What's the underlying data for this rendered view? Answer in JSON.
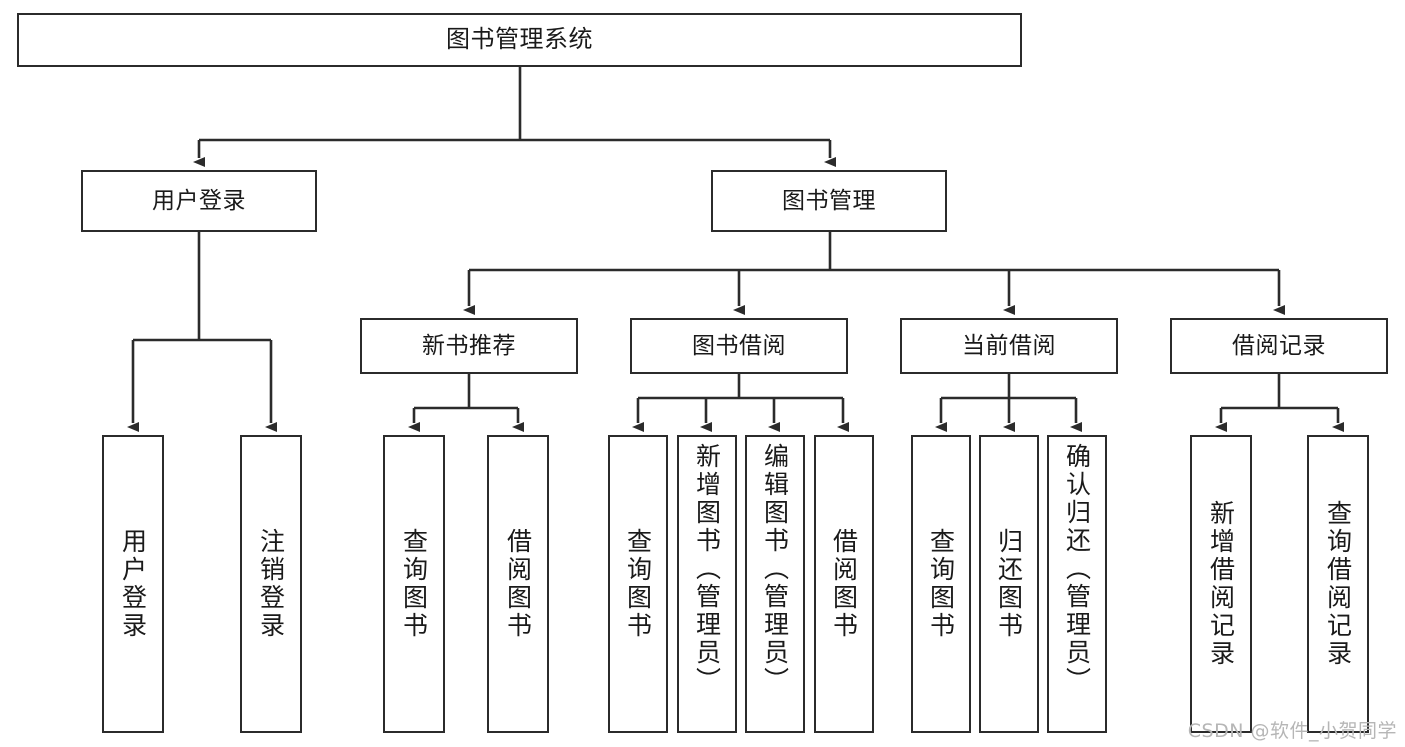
{
  "diagram": {
    "title": "图书管理系统",
    "type": "tree",
    "watermark": "CSDN @软件_小贺同学",
    "line_color": "#2b2b2b",
    "box_fill": "#ffffff",
    "text_color": "#1a1a1a",
    "watermark_color": "#b6b6b6"
  },
  "nodes": {
    "root": {
      "label": "图书管理系统"
    },
    "level2": [
      {
        "label": "用户登录"
      },
      {
        "label": "图书管理"
      }
    ],
    "level3": [
      {
        "label": "新书推荐"
      },
      {
        "label": "图书借阅"
      },
      {
        "label": "当前借阅"
      },
      {
        "label": "借阅记录"
      }
    ],
    "leaves": {
      "user_login": [
        {
          "label": "用户登录"
        },
        {
          "label": "注销登录"
        }
      ],
      "new_book_recommend": [
        {
          "label": "查询图书"
        },
        {
          "label": "借阅图书"
        }
      ],
      "book_borrow": [
        {
          "label": "查询图书"
        },
        {
          "label": "新增图书（管理员）"
        },
        {
          "label": "编辑图书（管理员）"
        },
        {
          "label": "借阅图书"
        }
      ],
      "current_borrow": [
        {
          "label": "查询图书"
        },
        {
          "label": "归还图书"
        },
        {
          "label": "确认归还（管理员）"
        }
      ],
      "borrow_record": [
        {
          "label": "新增借阅记录"
        },
        {
          "label": "查询借阅记录"
        }
      ]
    }
  },
  "chart_data": {
    "type": "table",
    "title": "图书管理系统",
    "hierarchy": [
      {
        "label": "图书管理系统",
        "children": [
          {
            "label": "用户登录",
            "children": [
              {
                "label": "用户登录"
              },
              {
                "label": "注销登录"
              }
            ]
          },
          {
            "label": "图书管理",
            "children": [
              {
                "label": "新书推荐",
                "children": [
                  {
                    "label": "查询图书"
                  },
                  {
                    "label": "借阅图书"
                  }
                ]
              },
              {
                "label": "图书借阅",
                "children": [
                  {
                    "label": "查询图书"
                  },
                  {
                    "label": "新增图书（管理员）"
                  },
                  {
                    "label": "编辑图书（管理员）"
                  },
                  {
                    "label": "借阅图书"
                  }
                ]
              },
              {
                "label": "当前借阅",
                "children": [
                  {
                    "label": "查询图书"
                  },
                  {
                    "label": "归还图书"
                  },
                  {
                    "label": "确认归还（管理员）"
                  }
                ]
              },
              {
                "label": "借阅记录",
                "children": [
                  {
                    "label": "新增借阅记录"
                  },
                  {
                    "label": "查询借阅记录"
                  }
                ]
              }
            ]
          }
        ]
      }
    ]
  }
}
